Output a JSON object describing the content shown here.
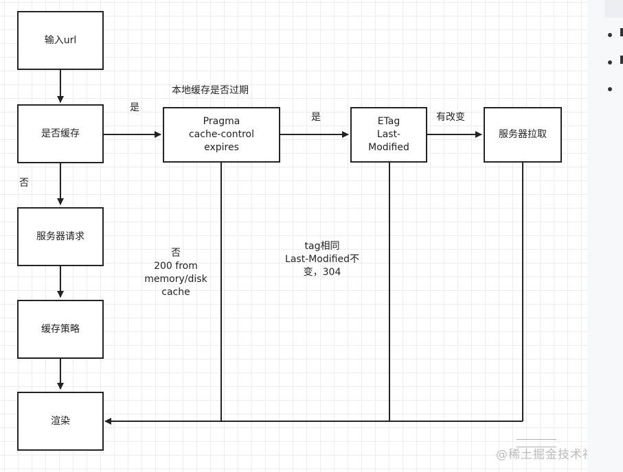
{
  "nodes": {
    "input_url": "输入url",
    "is_cached": "是否缓存",
    "server_request": "服务器请求",
    "cache_strategy": "缓存策略",
    "render": "渲染",
    "pragma": "Pragma\ncache-control\nexpires",
    "etag": "ETag\nLast-\nModified",
    "server_fetch": "服务器拉取"
  },
  "labels": {
    "expired_title": "本地缓存是否过期",
    "yes_cached": "是",
    "no_cached": "否",
    "yes_expired": "是",
    "changed": "有改变",
    "not_expired": "否\n200 from\nmemory/disk\ncache",
    "tag_same": "tag相同\nLast-Modified不\n变，304"
  },
  "watermark": "@稀土掘金技术社区",
  "colors": {
    "line": "#222222",
    "grid": "#ececec"
  }
}
